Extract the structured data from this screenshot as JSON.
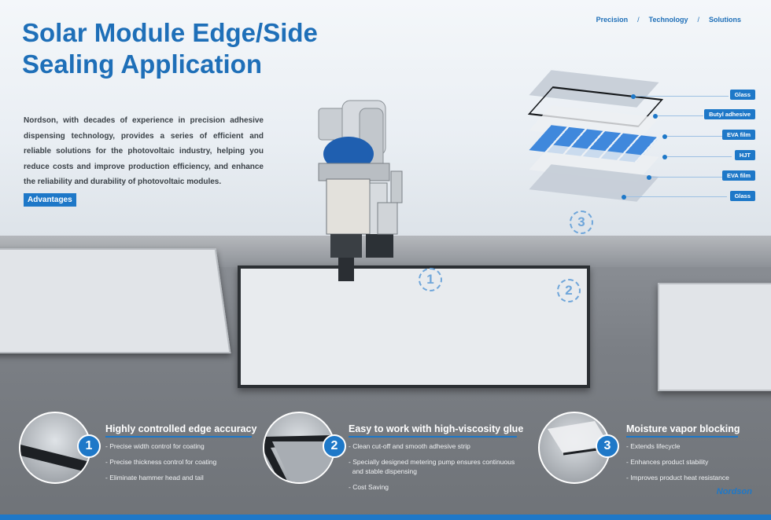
{
  "nav": {
    "items": [
      "Precision",
      "Technology",
      "Solutions"
    ],
    "separator": "/"
  },
  "title": "Solar Module Edge/Side Sealing Application",
  "intro": "Nordson, with decades of experience in precision adhesive dispensing technology, provides a series of efficient and reliable solutions for the photovoltaic industry, helping you reduce costs and improve production efficiency, and enhance the reliability and durability of photovoltaic modules.",
  "advantages_button": "Advantages",
  "markers": [
    "1",
    "2",
    "3"
  ],
  "layers": [
    "Glass",
    "Butyl adhesive",
    "EVA film",
    "HJT",
    "EVA film",
    "Glass"
  ],
  "features": [
    {
      "number": "1",
      "title": "Highly controlled edge accuracy",
      "points": [
        "- Precise width control for coating",
        "- Precise thickness control for coating",
        "- Eliminate hammer head and tail"
      ]
    },
    {
      "number": "2",
      "title": "Easy to work with high-viscosity glue",
      "points": [
        "- Clean cut-off and smooth adhesive strip",
        "- Specially designed metering pump ensures continuous",
        "  and stable dispensing",
        "- Cost Saving"
      ]
    },
    {
      "number": "3",
      "title": "Moisture vapor blocking",
      "points": [
        "- Extends lifecycle",
        "- Enhances product stability",
        "- Improves product heat resistance"
      ]
    }
  ],
  "logo": "Nordson",
  "colors": {
    "accent": "#1e78c8",
    "title": "#1e6fb8"
  }
}
